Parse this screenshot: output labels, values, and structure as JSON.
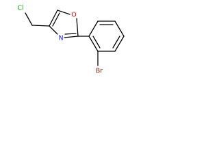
{
  "molecule": {
    "atoms": {
      "chlorine": "Cl",
      "ring_oxygen": "O",
      "ring_nitrogen": "N",
      "bromine": "Br"
    }
  },
  "colors": {
    "bond": "#000000",
    "chlorine": "#1f9e1f",
    "oxygen": "#e00000",
    "nitrogen": "#1f1fdd",
    "bromine": "#8b2a12",
    "background": "#ffffff"
  }
}
